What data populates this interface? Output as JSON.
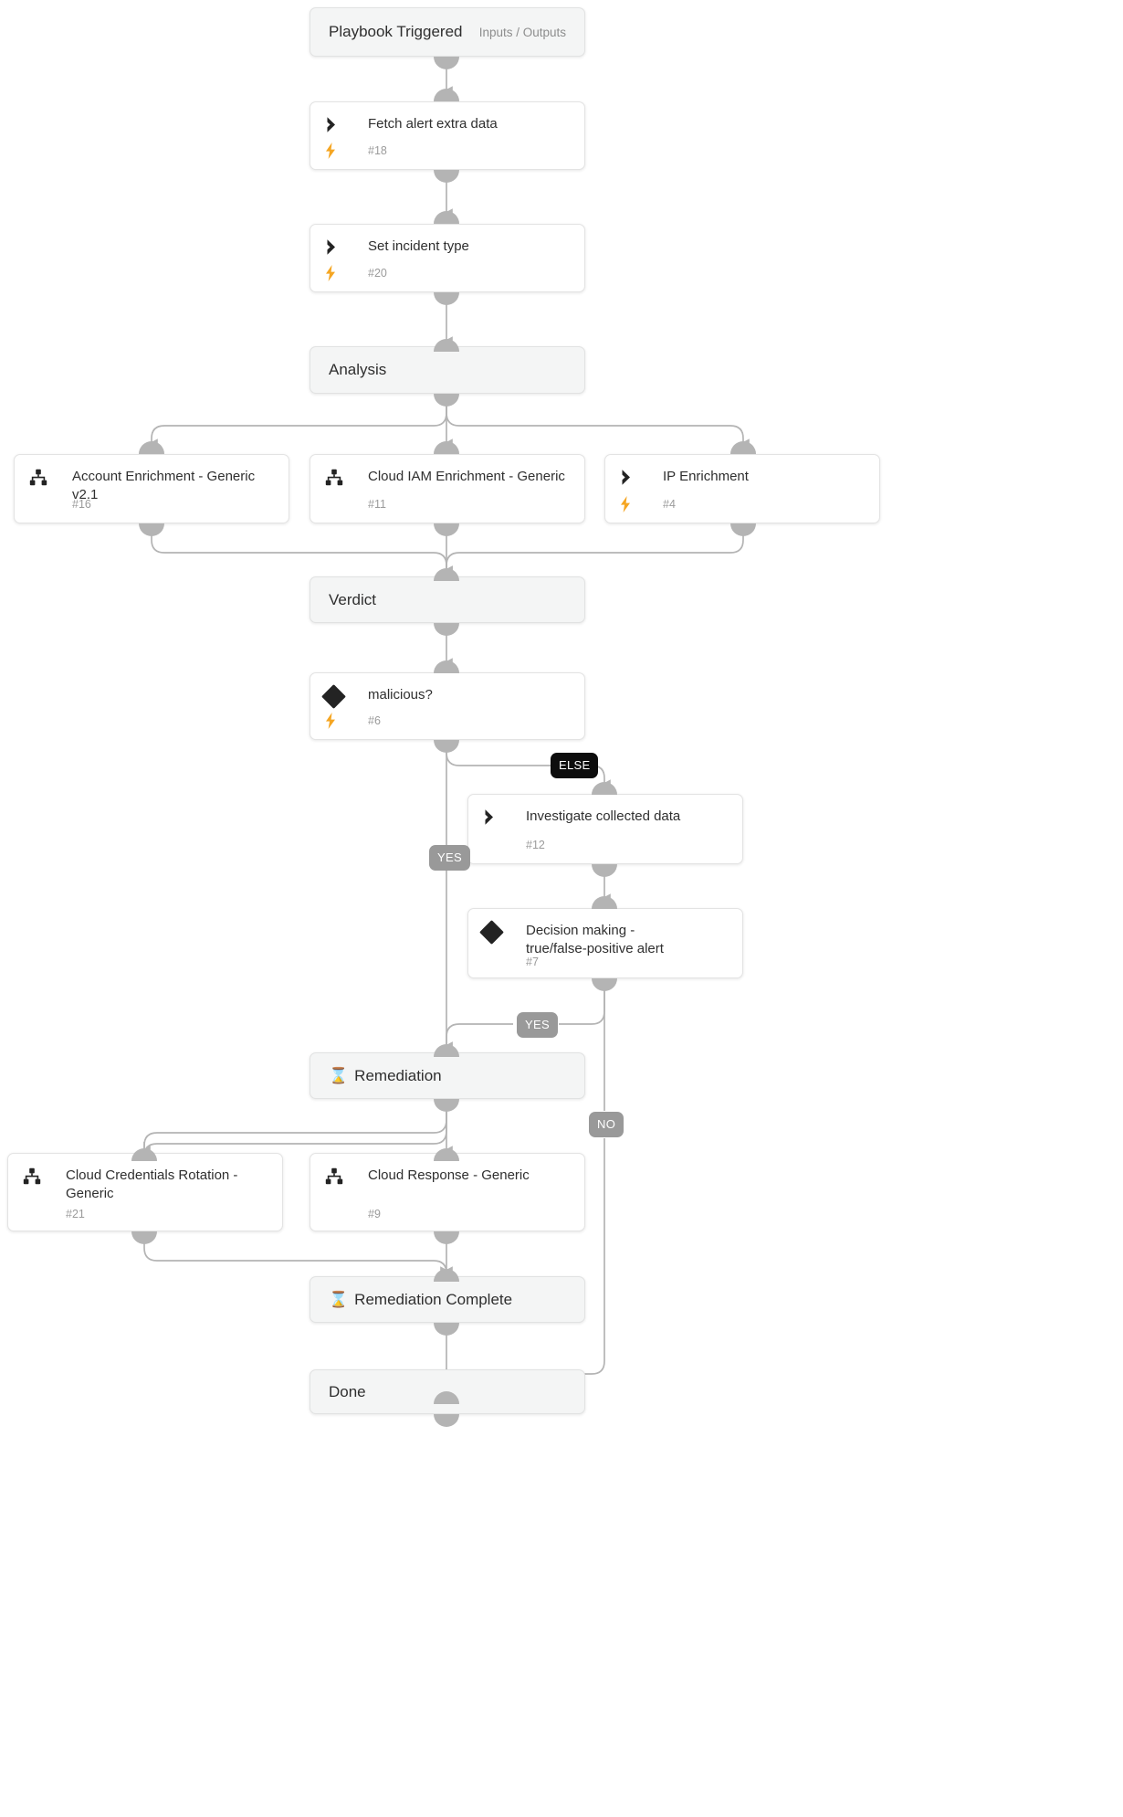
{
  "diagram": {
    "kind": "security-playbook-workflow",
    "colors": {
      "canvas": "#ffffff",
      "node_fill": "#ffffff",
      "section_fill": "#f4f5f5",
      "node_border": "#e3e3e3",
      "edge": "#b4b4b4",
      "port": "#b4b4b4",
      "bolt": "#f5a623",
      "icon_dark": "#232323",
      "label_else_bg": "#0d0d0d",
      "label_branch_bg": "#999999",
      "title_text": "#2f2f2f",
      "muted_text": "#9b9b9b"
    }
  },
  "nodes": [
    {
      "id": "start",
      "kind": "start",
      "title": "Playbook Triggered",
      "right_label": "Inputs / Outputs",
      "icon": "none"
    },
    {
      "id": "n18",
      "kind": "task",
      "title": "Fetch alert extra data",
      "task_id": "#18",
      "icon": "chevron-icon",
      "automation": true
    },
    {
      "id": "n20",
      "kind": "task",
      "title": "Set incident type",
      "task_id": "#20",
      "icon": "chevron-icon",
      "automation": true
    },
    {
      "id": "analysis",
      "kind": "section",
      "title": "Analysis",
      "icon": "none"
    },
    {
      "id": "n16",
      "kind": "task",
      "title": "Account Enrichment - Generic v2.1",
      "task_id": "#16",
      "icon": "sub-playbook-icon",
      "automation": false
    },
    {
      "id": "n11",
      "kind": "task",
      "title": "Cloud IAM Enrichment - Generic",
      "task_id": "#11",
      "icon": "sub-playbook-icon",
      "automation": false
    },
    {
      "id": "n4",
      "kind": "task",
      "title": "IP Enrichment",
      "task_id": "#4",
      "icon": "chevron-icon",
      "automation": true
    },
    {
      "id": "verdict",
      "kind": "section",
      "title": "Verdict",
      "icon": "none"
    },
    {
      "id": "n6",
      "kind": "condition",
      "title": "malicious?",
      "task_id": "#6",
      "icon": "diamond-icon",
      "automation": true
    },
    {
      "id": "n12",
      "kind": "task",
      "title": "Investigate collected data",
      "task_id": "#12",
      "icon": "chevron-icon",
      "automation": false
    },
    {
      "id": "n7",
      "kind": "condition",
      "title": "Decision making -\ntrue/false-positive alert",
      "task_id": "#7",
      "icon": "diamond-icon",
      "automation": false
    },
    {
      "id": "remediation",
      "kind": "section",
      "title": "Remediation",
      "icon": "hourglass-icon"
    },
    {
      "id": "n21",
      "kind": "task",
      "title": "Cloud Credentials Rotation -\nGeneric",
      "task_id": "#21",
      "icon": "sub-playbook-icon",
      "automation": false
    },
    {
      "id": "n9",
      "kind": "task",
      "title": "Cloud Response - Generic",
      "task_id": "#9",
      "icon": "sub-playbook-icon",
      "automation": false
    },
    {
      "id": "remediation_complete",
      "kind": "section",
      "title": "Remediation Complete",
      "icon": "hourglass-icon"
    },
    {
      "id": "done",
      "kind": "end",
      "title": "Done",
      "icon": "none"
    }
  ],
  "edge_labels": [
    {
      "id": "else",
      "text": "ELSE",
      "style": "dark",
      "from": "n6",
      "to": "n12"
    },
    {
      "id": "yes_malicious",
      "text": "YES",
      "style": "grey",
      "from": "n6",
      "to": "remediation"
    },
    {
      "id": "yes_decision",
      "text": "YES",
      "style": "grey",
      "from": "n7",
      "to": "remediation"
    },
    {
      "id": "no_decision",
      "text": "NO",
      "style": "grey",
      "from": "n7",
      "to": "done"
    }
  ]
}
